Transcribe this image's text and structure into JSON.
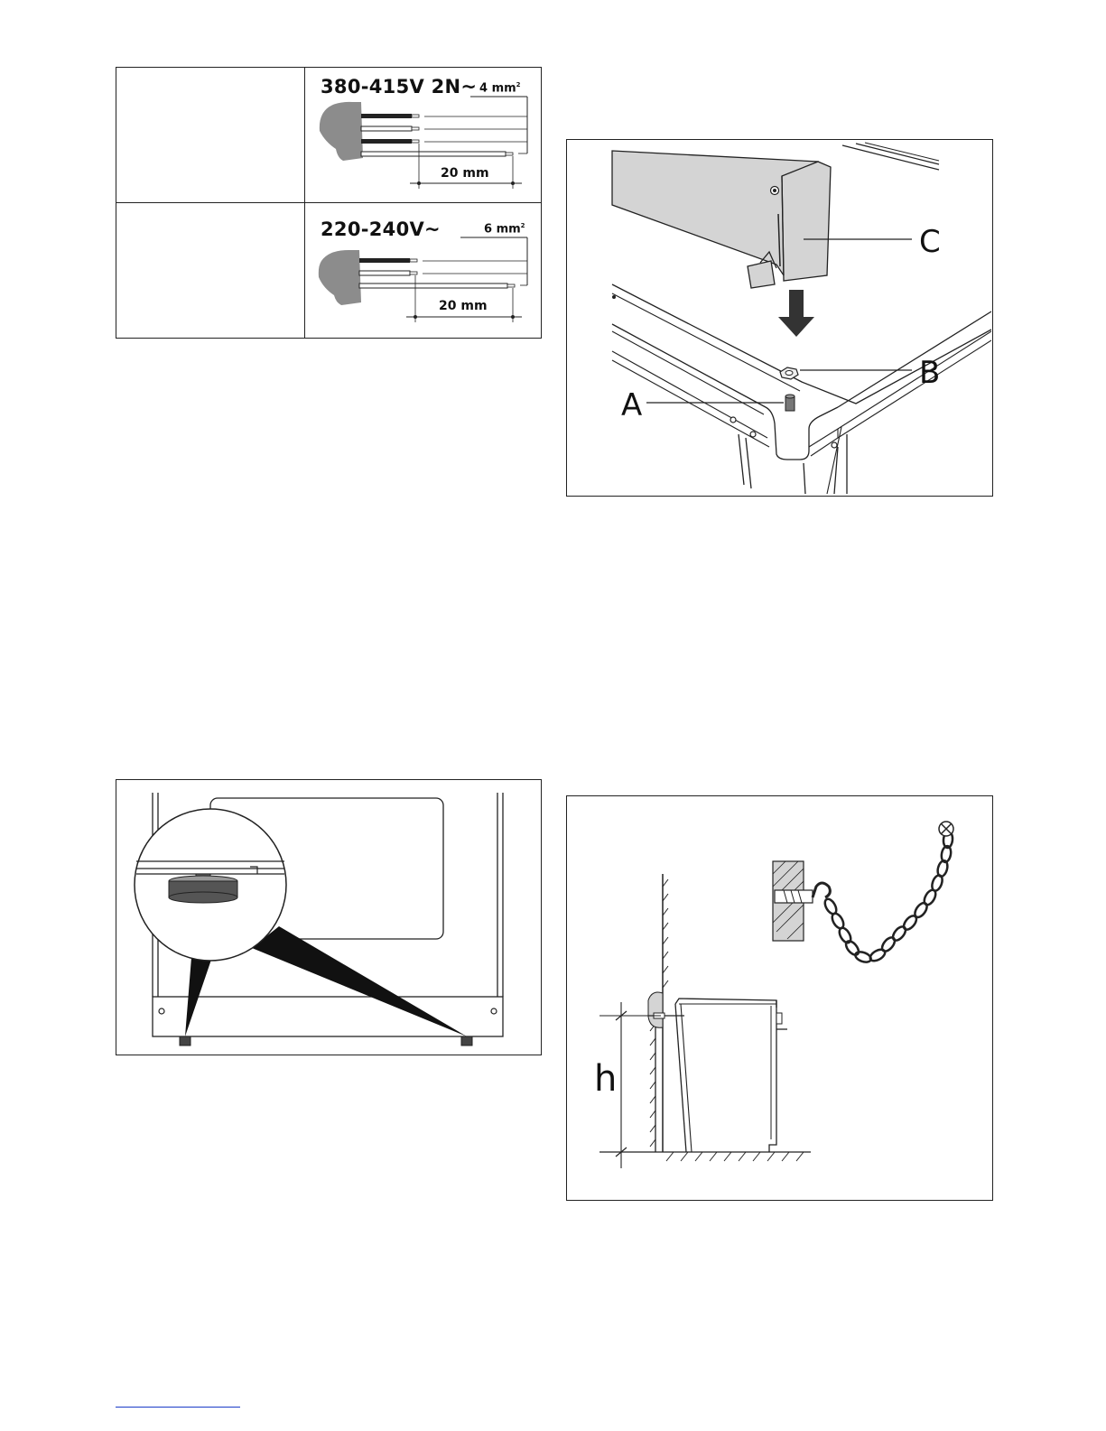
{
  "wiring_table": {
    "rows": [
      {
        "voltage": "380-415V 2N~",
        "cross_section": "4 mm",
        "cross_section_sup": "2",
        "strip_length": "20 mm"
      },
      {
        "voltage": "220-240V~",
        "cross_section": "6 mm",
        "cross_section_sup": "2",
        "strip_length": "20 mm"
      }
    ]
  },
  "fig_backguard": {
    "labels": {
      "a": "A",
      "b": "B",
      "c": "C"
    }
  },
  "fig_chain": {
    "labels": {
      "h": "h"
    }
  },
  "colors": {
    "line": "#222222",
    "panel_fill": "#d4d4d4",
    "cable_fill": "#8c8c8c",
    "footer_link": "#1a3cc8"
  }
}
